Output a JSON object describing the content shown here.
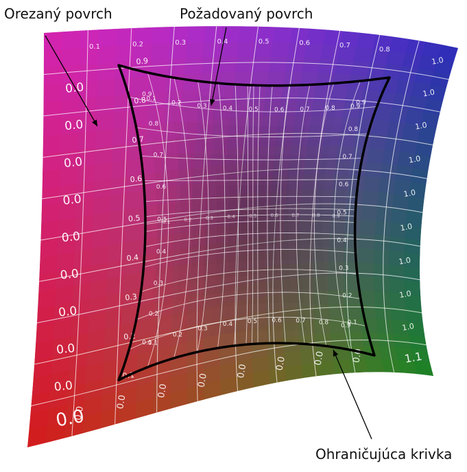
{
  "captions": {
    "trimmed_surface": "Orezaný povrch",
    "desired_surface": "Požadovaný povrch",
    "bounding_curve": "Ohraničujúca krivka"
  },
  "corner_colors": {
    "top_left": "#f028c8",
    "top_right": "#3232d2",
    "bottom_left": "#f01e1e",
    "bottom_right": "#1e9628"
  },
  "outer_grid": {
    "left_edge_labels": [
      "0.0",
      "0.0",
      "0.0",
      "0.0",
      "0.0",
      "0.0",
      "0.0",
      "0.0",
      "0.0",
      "0.0",
      "0.0"
    ],
    "v_labels": [
      "0.1",
      "0.2",
      "0.3",
      "0.4",
      "0.5",
      "0.6",
      "0.7",
      "0.8",
      "0.9"
    ],
    "top_edge_labels": [
      "0.1",
      "0.2",
      "0.3",
      "0.4",
      "0.5",
      "0.6",
      "0.7",
      "0.8"
    ],
    "bottom_edge_labels": [
      "0.0",
      "0.0",
      "0.0",
      "0.0",
      "0.0",
      "0.0",
      "0.0",
      "0.0"
    ],
    "right_edge_labels": [
      "1.1",
      "1.0",
      "1.0",
      "1.0",
      "1.0",
      "1.0",
      "1.0",
      "1.0",
      "1.0",
      "1.0"
    ],
    "corner_label": "0.0"
  },
  "inner_grid": {
    "v_labels": [
      "0.1",
      "0.2",
      "0.3",
      "0.4",
      "0.5",
      "0.6",
      "0.7",
      "0.8",
      "0.9"
    ],
    "u_labels": [
      "0.1",
      "0.2",
      "0.3",
      "0.4",
      "0.5",
      "0.6",
      "0.7",
      "0.8",
      "0.9"
    ]
  }
}
